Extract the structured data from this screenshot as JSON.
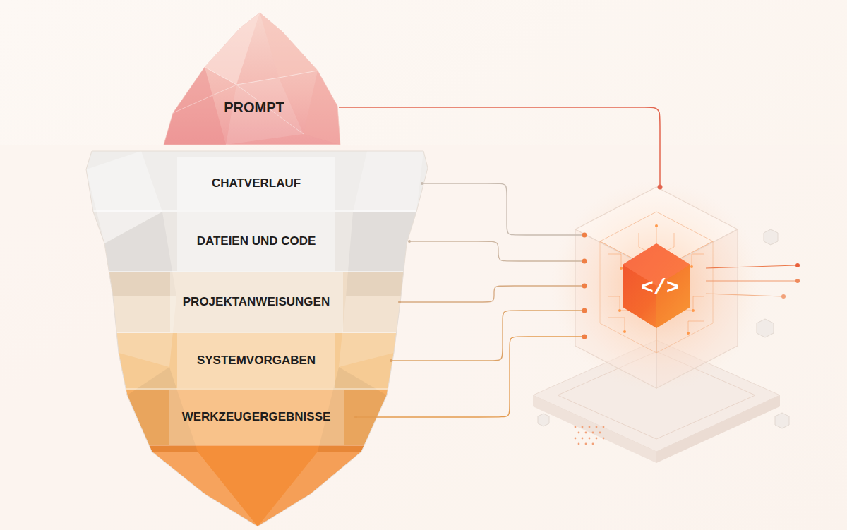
{
  "diagram": {
    "nodes": [
      {
        "text": [
          "PROMPT"
        ]
      },
      {
        "text": [
          "CHATVERLAUF"
        ]
      },
      {
        "text": [
          "DATEIEN UND CODE"
        ]
      },
      {
        "text": [
          "PROJEKTANWEISUNGEN"
        ]
      },
      {
        "text": [
          "SYSTEMVORGABEN"
        ]
      },
      {
        "text": [
          "WERKZEUGERGEBNISSE"
        ]
      },
      {
        "text": [
          "</>"
        ]
      }
    ],
    "edges": [
      {
        "from": 0,
        "to": 6,
        "arrow": "none"
      },
      {
        "from": 1,
        "to": 6,
        "arrow": "none"
      },
      {
        "from": 2,
        "to": 6,
        "arrow": "none"
      },
      {
        "from": 3,
        "to": 6,
        "arrow": "none"
      },
      {
        "from": 4,
        "to": 6,
        "arrow": "none"
      },
      {
        "from": 5,
        "to": 6,
        "arrow": "none"
      }
    ]
  }
}
